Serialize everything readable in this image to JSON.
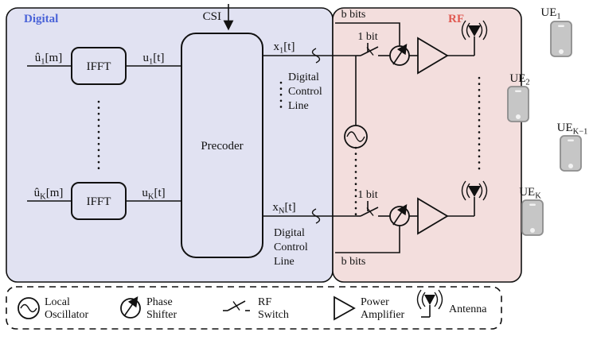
{
  "sections": {
    "digital": "Digital",
    "rf": "RF"
  },
  "csi_label": "CSI",
  "blocks": {
    "ifft_top": "IFFT",
    "ifft_bottom": "IFFT",
    "precoder": "Precoder"
  },
  "signals": {
    "u_hat_1": {
      "pre": "û",
      "sub": "1",
      "post": "[m]"
    },
    "u_1": {
      "pre": "u",
      "sub": "1",
      "post": "[t]"
    },
    "u_hat_K": {
      "pre": "û",
      "sub": "K",
      "post": "[m]"
    },
    "u_K": {
      "pre": "u",
      "sub": "K",
      "post": "[t]"
    },
    "x_1": {
      "pre": "x",
      "sub": "1",
      "post": "[t]"
    },
    "x_N": {
      "pre": "x",
      "sub": "N",
      "post": "[t]"
    }
  },
  "control": {
    "b_bits_top": "b bits",
    "b_bits_bottom": "b bits",
    "one_bit_top": "1 bit",
    "one_bit_bottom": "1 bit",
    "dcl_top": {
      "line1": "Digital",
      "line2": "Control",
      "line3": "Line"
    },
    "dcl_bottom": {
      "line1": "Digital",
      "line2": "Control",
      "line3": "Line"
    }
  },
  "ues": [
    {
      "pre": "UE",
      "sub": "1"
    },
    {
      "pre": "UE",
      "sub": "2"
    },
    {
      "pre": "UE",
      "sub": "K−1"
    },
    {
      "pre": "UE",
      "sub": "K"
    }
  ],
  "legend": {
    "local_oscillator": {
      "line1": "Local",
      "line2": "Oscillator"
    },
    "phase_shifter": {
      "line1": "Phase",
      "line2": "Shifter"
    },
    "rf_switch": {
      "line1": "RF",
      "line2": "Switch"
    },
    "power_amplifier": {
      "line1": "Power",
      "line2": "Amplifier"
    },
    "antenna": "Antenna"
  },
  "colors": {
    "digital_bg": "#e1e2f2",
    "rf_bg": "#f3dedd",
    "digital_label": "#4a63d8",
    "rf_label": "#e05a52",
    "line": "#111111",
    "ue_body": "#c6c6c6",
    "ue_border": "#8d8d8d"
  }
}
